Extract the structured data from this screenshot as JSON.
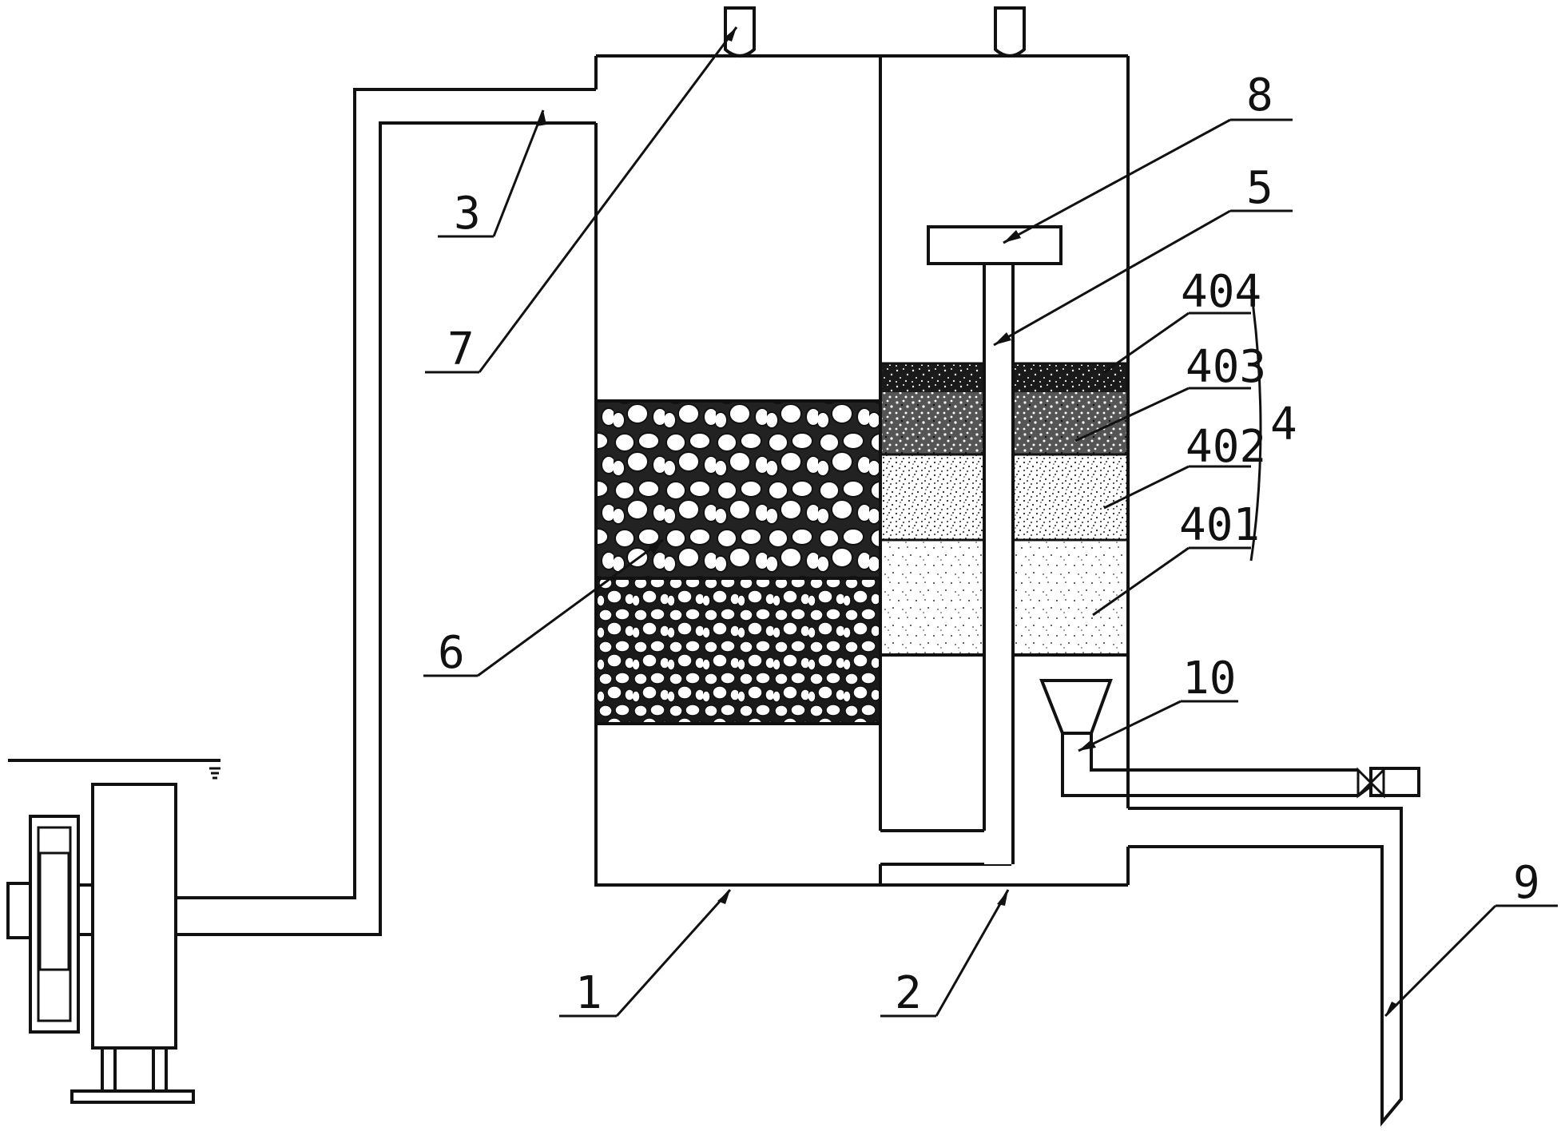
{
  "labels": {
    "l1": "1",
    "l2": "2",
    "l3": "3",
    "l4": "4",
    "l401": "401",
    "l402": "402",
    "l403": "403",
    "l404": "404",
    "l5": "5",
    "l6": "6",
    "l7": "7",
    "l8": "8",
    "l9": "9",
    "l10": "10"
  },
  "colors": {
    "stroke": "#111111",
    "background": "#ffffff",
    "stone_fill": "#2a2a2a"
  }
}
